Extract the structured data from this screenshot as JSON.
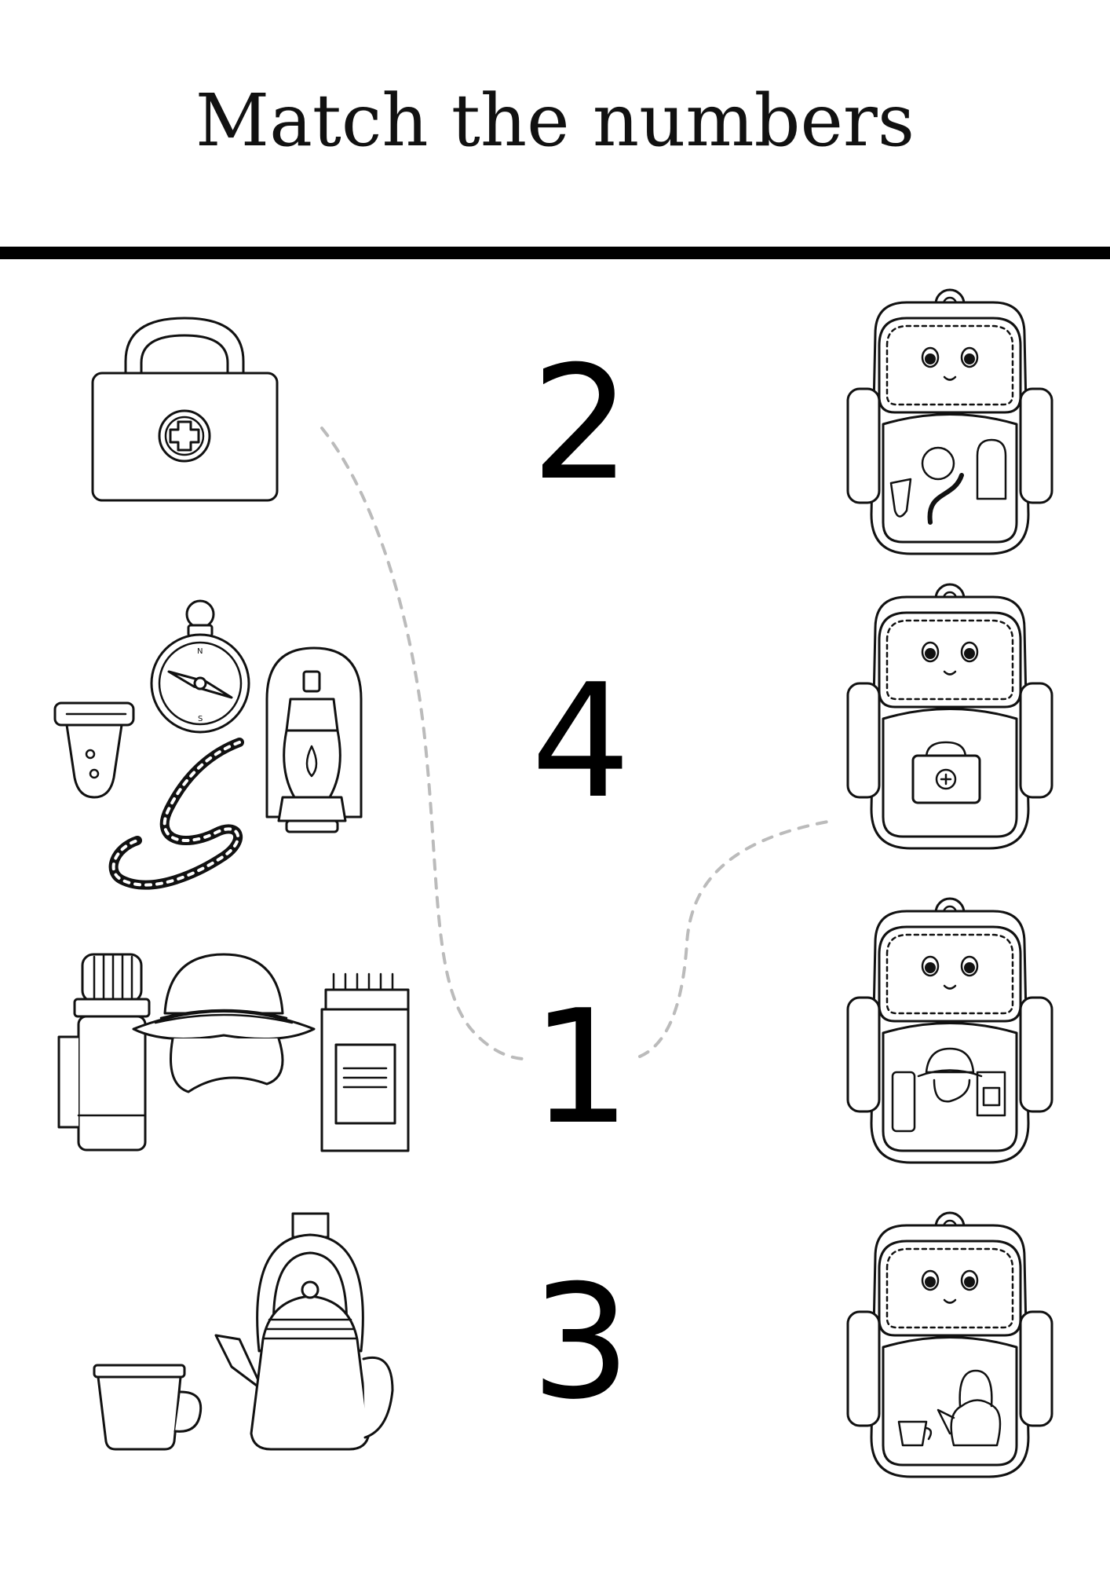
{
  "title": "Match the numbers",
  "numbers": [
    "2",
    "4",
    "1",
    "3"
  ],
  "left_items": [
    {
      "icon": "first-aid-kit-icon"
    },
    {
      "icon": "camping-tools-icon"
    },
    {
      "icon": "thermos-hat-matches-icon"
    },
    {
      "icon": "kettle-cup-icon"
    }
  ],
  "right_items": [
    {
      "icon": "backpack-camping-tools-icon"
    },
    {
      "icon": "backpack-first-aid-icon"
    },
    {
      "icon": "backpack-thermos-hat-matches-icon"
    },
    {
      "icon": "backpack-kettle-cup-icon"
    }
  ],
  "colors": {
    "ink": "#111111",
    "dashed_line": "#bbbbbb",
    "background": "#ffffff"
  }
}
